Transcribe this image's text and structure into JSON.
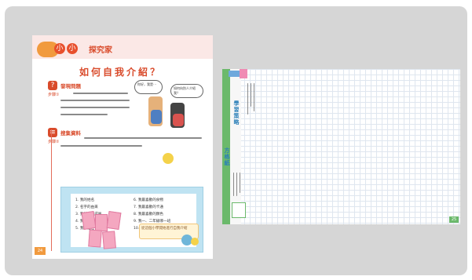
{
  "left_page": {
    "header": {
      "badge_chars": [
        "小",
        "小"
      ],
      "title": "探究家"
    },
    "page_title": "如何自我介紹？",
    "section1": {
      "label": "發現問題",
      "step": "步驟①"
    },
    "section2": {
      "label": "搜集資料",
      "step": "步驟②"
    },
    "bubbles": [
      "你好，我是⋯",
      "如何向別人介紹我？"
    ],
    "list_col1": [
      "1. 我的姓名",
      "2. 名字的由來",
      "3. 我的家庭成員",
      "4. 我的興趣",
      "5. 我的個性"
    ],
    "list_col2": [
      "6. 我最喜歡的食物",
      "7. 我最喜歡的卡通",
      "8. 我最喜歡的顏色",
      "9. 我一、二年級哪一班",
      "10. 我在那裡就讀"
    ],
    "caption": "從這個小學開始進行自我介紹",
    "page_number": "24"
  },
  "right_page": {
    "vertical_title_1": "學習策略",
    "vertical_title_2": "方格紙",
    "page_number": "25"
  },
  "colors": {
    "frame": "#d6d6d6",
    "accent_red": "#d94b2b",
    "accent_orange": "#f19a3e",
    "board_blue": "#bfe3f2",
    "green": "#6bb96b",
    "title_blue": "#2a7fb8"
  }
}
